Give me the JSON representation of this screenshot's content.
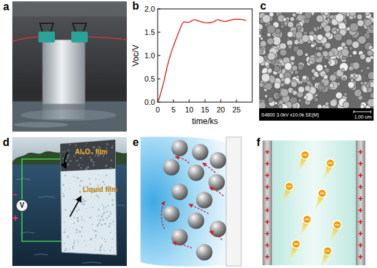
{
  "diagram": {
    "nodes": [
      {
        "text": [
          "V"
        ]
      }
    ],
    "labels": [
      "a",
      "b",
      "2.0",
      "1.5",
      "1.0",
      "0.5",
      "0.0",
      "0",
      "5",
      "10",
      "15",
      "20",
      "25",
      "time/ks",
      "Voc/V",
      "c",
      "S4800 3.0kV x10.0k SE(M)",
      "1.00 um",
      "d",
      "Al₂O₃ film",
      "Liquid film",
      "-",
      "+",
      "e",
      "f",
      "+",
      "+",
      "+",
      "+",
      "+",
      "+",
      "+",
      "+",
      "+",
      "+",
      "+",
      "+",
      "+",
      "+",
      "+",
      "+",
      "+",
      "+",
      "+",
      "+"
    ]
  }
}
